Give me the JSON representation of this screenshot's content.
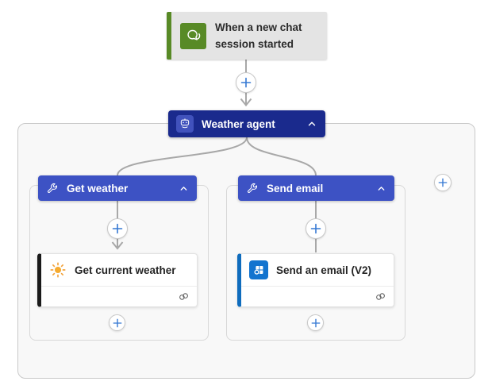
{
  "page": {
    "background_color": "#ffffff"
  },
  "trigger": {
    "title": "When a new chat session started",
    "icon": "chat-bubbles-icon",
    "accent_color": "#588a26",
    "background_color": "#e4e4e4"
  },
  "agent": {
    "label": "Weather agent",
    "icon": "robot-icon",
    "background_color": "#1a2a8d",
    "collapse_icon": "chevron-up-icon",
    "state": "expanded"
  },
  "branches": [
    {
      "label": "Get weather",
      "icon": "wrench-icon",
      "header_color": "#3d52c4",
      "collapse_icon": "chevron-up-icon",
      "state": "expanded",
      "action": {
        "title": "Get current weather",
        "icon": "sun-icon",
        "accent_color": "#1a1a1a",
        "status_icon": "linked-rings-icon"
      }
    },
    {
      "label": "Send email",
      "icon": "wrench-icon",
      "header_color": "#3d52c4",
      "collapse_icon": "chevron-up-icon",
      "state": "expanded",
      "action": {
        "title": "Send an email (V2)",
        "icon": "outlook-icon",
        "accent_color": "#0f6cbd",
        "status_icon": "linked-rings-icon"
      }
    }
  ],
  "connectors": {
    "line_color": "#a8a8a8",
    "plus_icon_color": "#3578d3",
    "plus_buttons": 6,
    "arrowheads": 2
  }
}
